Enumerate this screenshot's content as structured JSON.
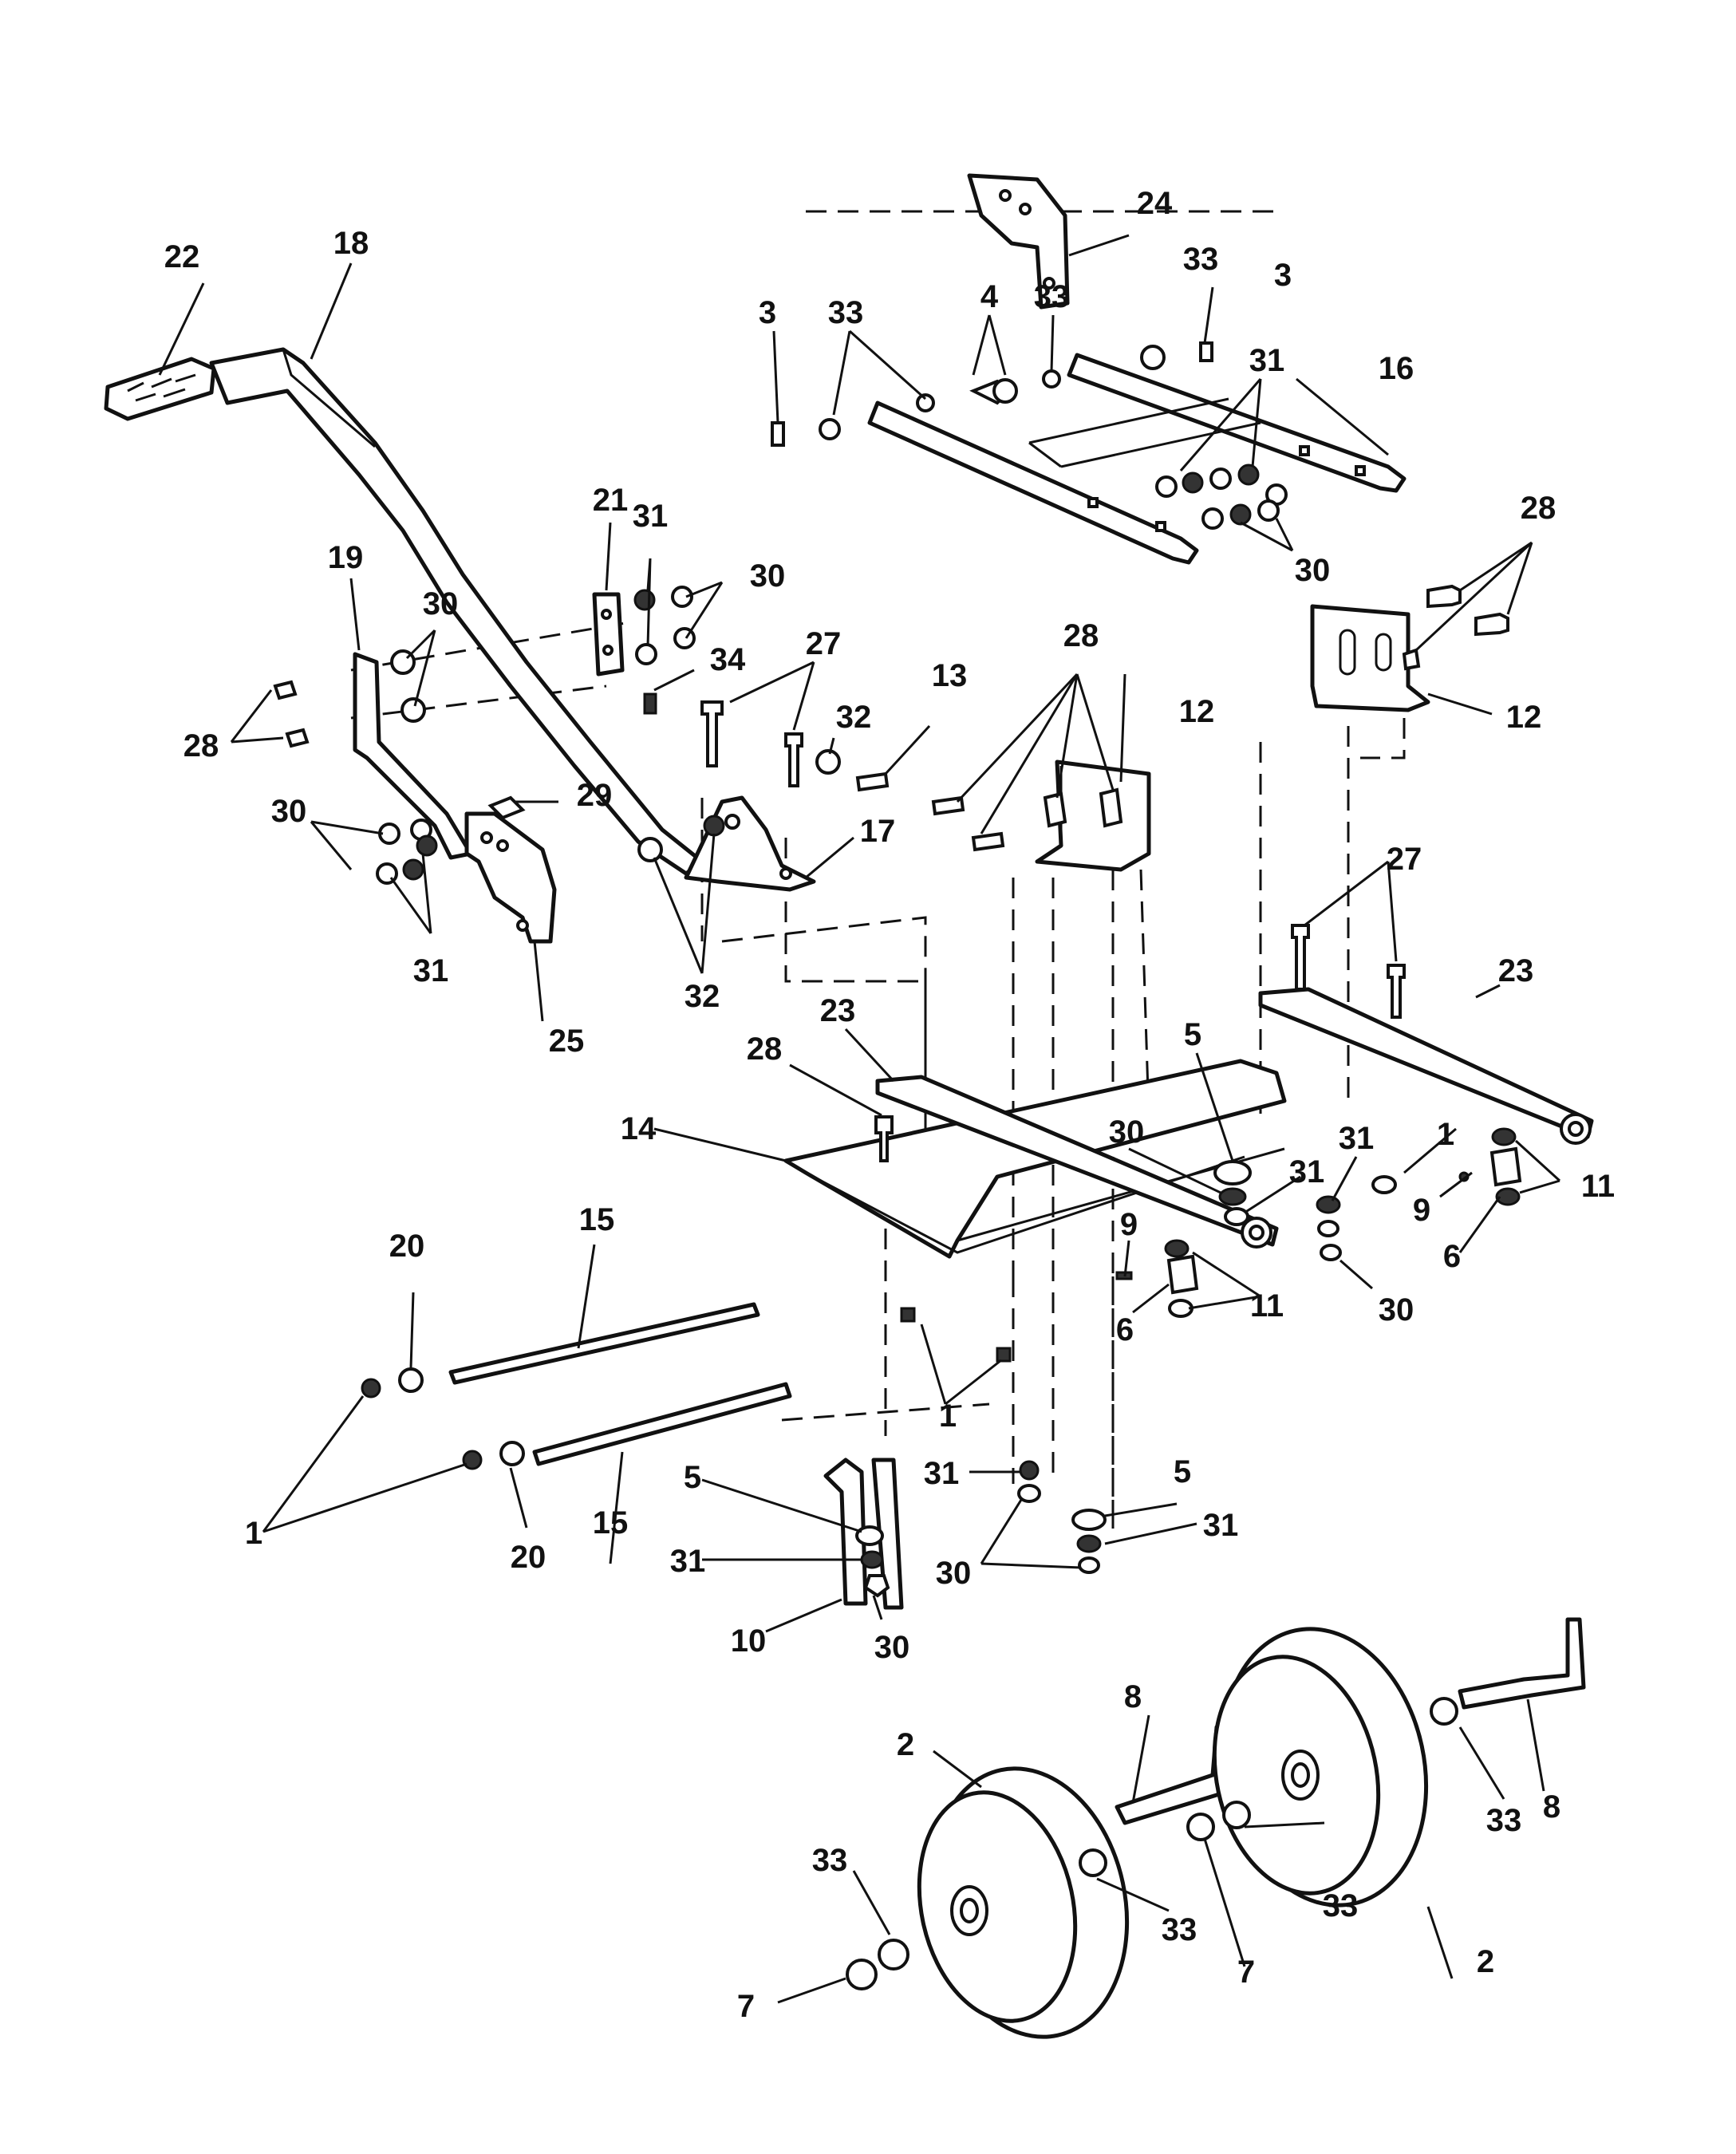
{
  "callouts": [
    {
      "id": "c22a",
      "text": "22"
    },
    {
      "id": "c18",
      "text": "18"
    },
    {
      "id": "c24",
      "text": "24"
    },
    {
      "id": "c33a",
      "text": "33"
    },
    {
      "id": "c3a",
      "text": "3"
    },
    {
      "id": "c3b",
      "text": "3"
    },
    {
      "id": "c33b",
      "text": "33"
    },
    {
      "id": "c4",
      "text": "4"
    },
    {
      "id": "c33c",
      "text": "33"
    },
    {
      "id": "c16",
      "text": "16"
    },
    {
      "id": "c31a",
      "text": "31"
    },
    {
      "id": "c30a",
      "text": "30"
    },
    {
      "id": "c28a",
      "text": "28"
    },
    {
      "id": "c21",
      "text": "21"
    },
    {
      "id": "c31b",
      "text": "31"
    },
    {
      "id": "c19",
      "text": "19"
    },
    {
      "id": "c30b",
      "text": "30"
    },
    {
      "id": "c30c",
      "text": "30"
    },
    {
      "id": "c28b",
      "text": "28"
    },
    {
      "id": "c34",
      "text": "34"
    },
    {
      "id": "c27a",
      "text": "27"
    },
    {
      "id": "c13",
      "text": "13"
    },
    {
      "id": "c32a",
      "text": "32"
    },
    {
      "id": "c28c",
      "text": "28"
    },
    {
      "id": "c12a",
      "text": "12"
    },
    {
      "id": "c12b",
      "text": "12"
    },
    {
      "id": "c30d",
      "text": "30"
    },
    {
      "id": "c29",
      "text": "29"
    },
    {
      "id": "c17",
      "text": "17"
    },
    {
      "id": "c27b",
      "text": "27"
    },
    {
      "id": "c31c",
      "text": "31"
    },
    {
      "id": "c32b",
      "text": "32"
    },
    {
      "id": "c25",
      "text": "25"
    },
    {
      "id": "c23a",
      "text": "23"
    },
    {
      "id": "c23b",
      "text": "23"
    },
    {
      "id": "c5a",
      "text": "5"
    },
    {
      "id": "c28d",
      "text": "28"
    },
    {
      "id": "c14",
      "text": "14"
    },
    {
      "id": "c30e",
      "text": "30"
    },
    {
      "id": "c31d",
      "text": "31"
    },
    {
      "id": "c31e",
      "text": "31"
    },
    {
      "id": "c1a",
      "text": "1"
    },
    {
      "id": "c9a",
      "text": "9"
    },
    {
      "id": "c11a",
      "text": "11"
    },
    {
      "id": "c6a",
      "text": "6"
    },
    {
      "id": "c9b",
      "text": "9"
    },
    {
      "id": "c11b",
      "text": "11"
    },
    {
      "id": "c6b",
      "text": "6"
    },
    {
      "id": "c30f",
      "text": "30"
    },
    {
      "id": "c20a",
      "text": "20"
    },
    {
      "id": "c15a",
      "text": "15"
    },
    {
      "id": "c1b",
      "text": "1"
    },
    {
      "id": "c1c",
      "text": "1"
    },
    {
      "id": "c15b",
      "text": "15"
    },
    {
      "id": "c20b",
      "text": "20"
    },
    {
      "id": "c5b",
      "text": "5"
    },
    {
      "id": "c31f",
      "text": "31"
    },
    {
      "id": "c5c",
      "text": "5"
    },
    {
      "id": "c31g",
      "text": "31"
    },
    {
      "id": "c31h",
      "text": "31"
    },
    {
      "id": "c30g",
      "text": "30"
    },
    {
      "id": "c10",
      "text": "10"
    },
    {
      "id": "c30h",
      "text": "30"
    },
    {
      "id": "c8a",
      "text": "8"
    },
    {
      "id": "c8b",
      "text": "8"
    },
    {
      "id": "c2a",
      "text": "2"
    },
    {
      "id": "c33d",
      "text": "33"
    },
    {
      "id": "c33e",
      "text": "33"
    },
    {
      "id": "c7a",
      "text": "7"
    },
    {
      "id": "c33f",
      "text": "33"
    },
    {
      "id": "c33g",
      "text": "33"
    },
    {
      "id": "c2b",
      "text": "2"
    },
    {
      "id": "c7b",
      "text": "7"
    }
  ]
}
